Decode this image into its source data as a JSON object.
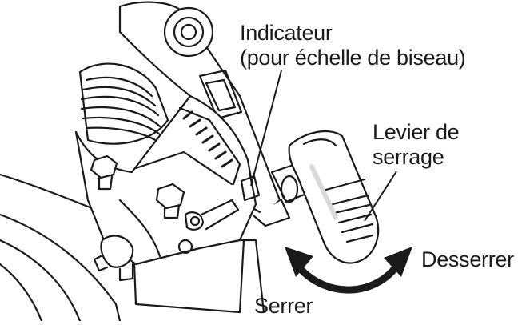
{
  "labels": {
    "indicator": [
      "Indicateur",
      "(pour échelle de biseau)"
    ],
    "lever": [
      "Levier de",
      "serrage"
    ],
    "loosen": "Desserrer",
    "tighten": "Serrer"
  },
  "colors": {
    "ink": "#1a1a1a",
    "background": "#ffffff",
    "shade": "#d9d9d9"
  },
  "icons": {
    "rotation_arrow": "double-headed-curved-arrow"
  }
}
